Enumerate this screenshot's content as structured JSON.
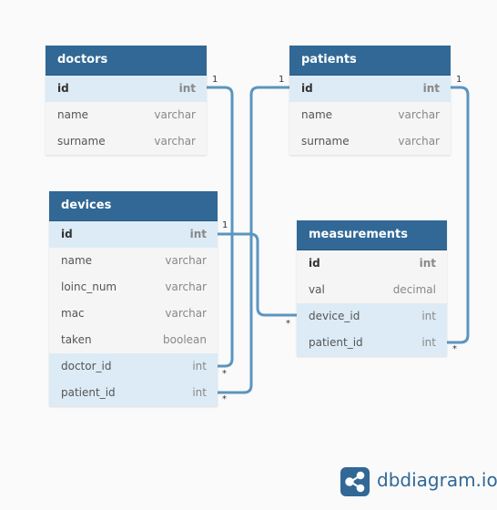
{
  "tables": {
    "doctors": {
      "name": "doctors",
      "fields": [
        {
          "name": "id",
          "type": "int"
        },
        {
          "name": "name",
          "type": "varchar"
        },
        {
          "name": "surname",
          "type": "varchar"
        }
      ]
    },
    "patients": {
      "name": "patients",
      "fields": [
        {
          "name": "id",
          "type": "int"
        },
        {
          "name": "name",
          "type": "varchar"
        },
        {
          "name": "surname",
          "type": "varchar"
        }
      ]
    },
    "devices": {
      "name": "devices",
      "fields": [
        {
          "name": "id",
          "type": "int"
        },
        {
          "name": "name",
          "type": "varchar"
        },
        {
          "name": "loinc_num",
          "type": "varchar"
        },
        {
          "name": "mac",
          "type": "varchar"
        },
        {
          "name": "taken",
          "type": "boolean"
        },
        {
          "name": "doctor_id",
          "type": "int"
        },
        {
          "name": "patient_id",
          "type": "int"
        }
      ]
    },
    "measurements": {
      "name": "measurements",
      "fields": [
        {
          "name": "id",
          "type": "int"
        },
        {
          "name": "val",
          "type": "decimal"
        },
        {
          "name": "device_id",
          "type": "int"
        },
        {
          "name": "patient_id",
          "type": "int"
        }
      ]
    }
  },
  "relations": [
    {
      "one": "doctors.id",
      "many": "devices.doctor_id",
      "one_label": "1",
      "many_label": "*"
    },
    {
      "one": "patients.id",
      "many": "devices.patient_id",
      "one_label": "1",
      "many_label": "*"
    },
    {
      "one": "devices.id",
      "many": "measurements.device_id",
      "one_label": "1",
      "many_label": "*"
    },
    {
      "one": "patients.id",
      "many": "measurements.patient_id",
      "one_label": "1",
      "many_label": "*"
    }
  ],
  "colors": {
    "header": "#316896",
    "connector": "#5b95c0",
    "highlight_row": "#dcebf5"
  },
  "brand": {
    "logo_icon": "share-nodes-icon",
    "text": "dbdiagram.io"
  }
}
